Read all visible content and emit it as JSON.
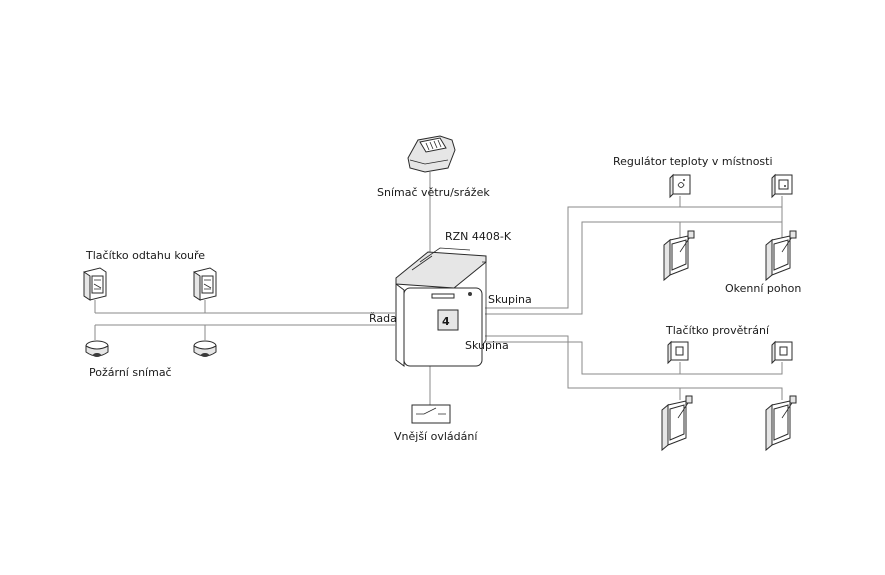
{
  "labels": {
    "wind_rain_sensor": "Snímač větru/srážek",
    "controller": "RZN 4408-K",
    "smoke_button": "Tlačítko odtahu kouře",
    "row": "Řada",
    "fire_sensor": "Požární snímač",
    "group_top": "Skupina",
    "group_bottom": "Skupina",
    "external_control": "Vnější ovládání",
    "room_temp_regulator": "Regulátor teploty v místnosti",
    "window_drive": "Okenní pohon",
    "ventilation_button": "Tlačítko provětrání"
  },
  "controller_logo": "4"
}
